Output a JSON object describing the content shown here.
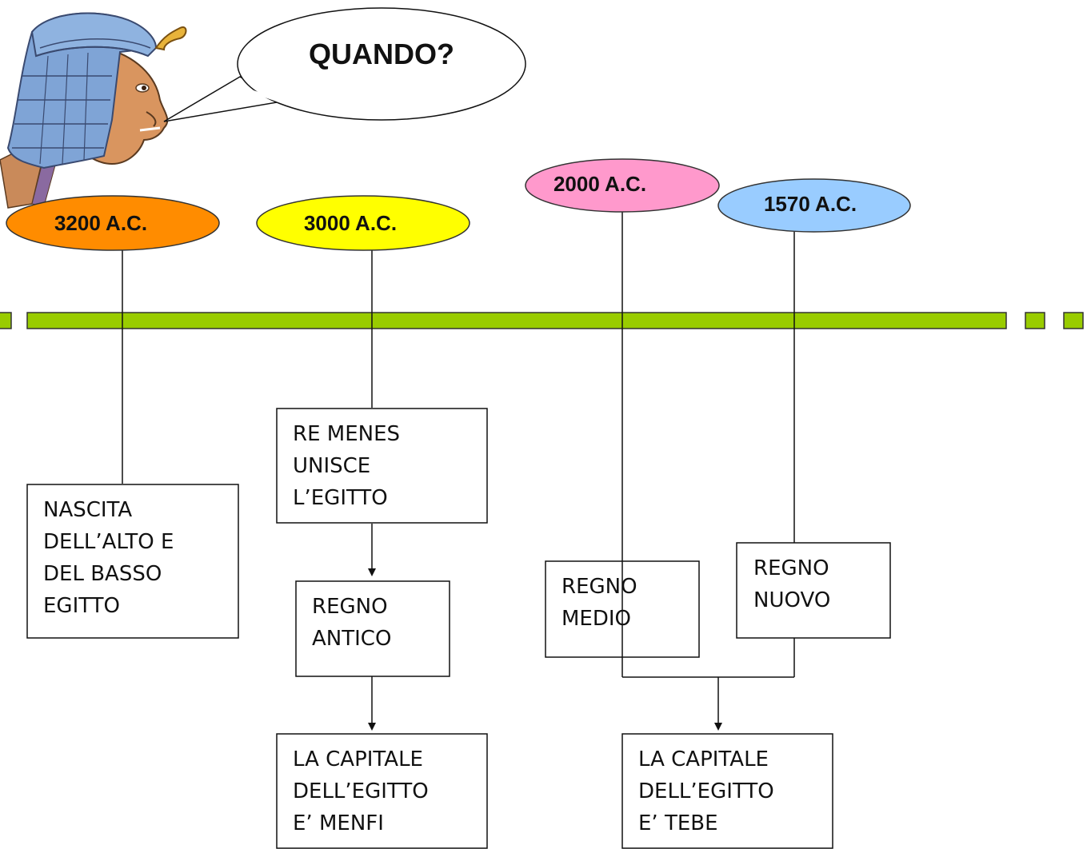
{
  "speech_bubble": {
    "text": "QUANDO?"
  },
  "dates": [
    {
      "label": "3200 A.C.",
      "color": "#ff8c00"
    },
    {
      "label": "3000 A.C.",
      "color": "#ffff00"
    },
    {
      "label": "2000 A.C.",
      "color": "#ff99cc"
    },
    {
      "label": "1570 A.C.",
      "color": "#99ccff"
    }
  ],
  "timeline": {
    "color": "#99cc00"
  },
  "boxes": {
    "nascita": [
      "NASCITA",
      "DELL’ALTO E",
      "DEL BASSO",
      "EGITTO"
    ],
    "menes": [
      "RE MENES",
      "UNISCE",
      "L’EGITTO"
    ],
    "antico": [
      "REGNO",
      "ANTICO"
    ],
    "menfi": [
      "LA CAPITALE",
      "DELL’EGITTO",
      "E’ MENFI"
    ],
    "medio": [
      "REGNO",
      "MEDIO"
    ],
    "nuovo": [
      "REGNO",
      "NUOVO"
    ],
    "tebe": [
      "LA CAPITALE",
      "DELL’EGITTO",
      "E’ TEBE"
    ]
  }
}
